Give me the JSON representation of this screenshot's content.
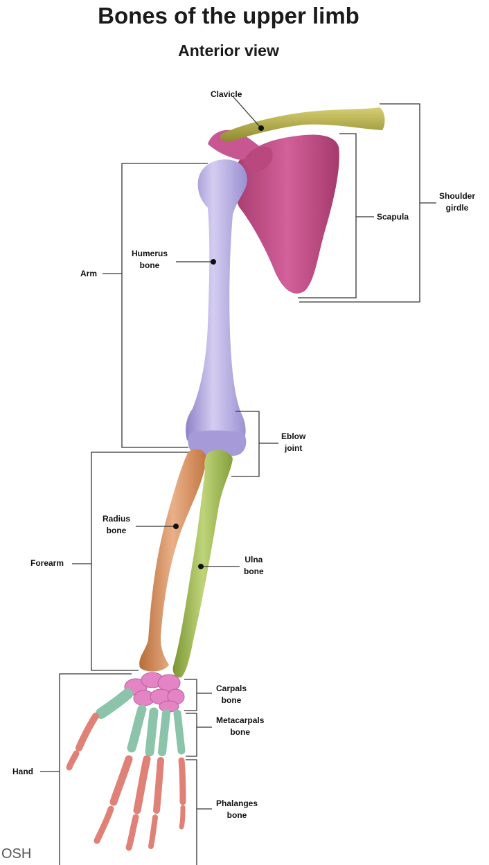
{
  "title": "Bones of the upper limb",
  "subtitle": "Anterior view",
  "watermark": "OSH",
  "labels": {
    "clavicle": "Clavicle",
    "shoulder_girdle": [
      "Shoulder",
      "girdle"
    ],
    "scapula": "Scapula",
    "humerus": [
      "Humerus",
      "bone"
    ],
    "arm": "Arm",
    "elbow": [
      "Eblow",
      "joint"
    ],
    "radius": [
      "Radius",
      "bone"
    ],
    "forearm": "Forearm",
    "ulna": [
      "Ulna",
      "bone"
    ],
    "carpals": [
      "Carpals",
      "bone"
    ],
    "metacarpals": [
      "Metacarpals",
      "bone"
    ],
    "hand": "Hand",
    "phalanges": [
      "Phalanges",
      "bone"
    ]
  },
  "colors": {
    "clavicle": "#b8b04a",
    "scapula": "#c64d86",
    "humerus": "#b3a8dd",
    "radius": "#d98e57",
    "ulna": "#98b24b",
    "carpals": "#e27fc0",
    "metacarpals": "#8bc4aa",
    "phalanges": "#e08177",
    "lines": "#333333"
  }
}
